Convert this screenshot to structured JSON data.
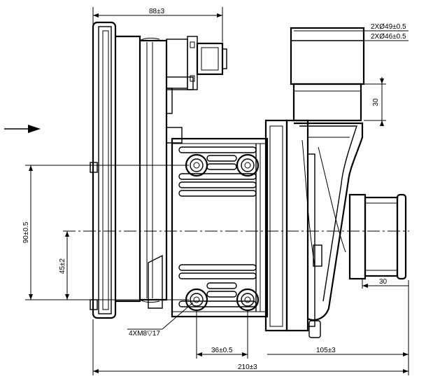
{
  "dimensions": {
    "top_width": "88±3",
    "dia_outer": "2XØ49±0.5",
    "dia_inner": "2XØ46±0.5",
    "inlet_height": "30",
    "outlet_width": "30",
    "vertical_mount": "90±0.5",
    "vertical_center": "45±2",
    "mount_holes": "4XM8▽17",
    "hole_spacing": "36±0.5",
    "outlet_offset": "105±3",
    "overall_length": "210±3"
  }
}
